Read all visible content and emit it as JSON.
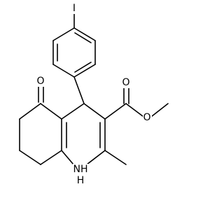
{
  "molecule": {
    "atoms": {
      "iodine": "I",
      "ketone_oxygen": "O",
      "ester_carbonyl_oxygen": "O",
      "ester_ether_oxygen": "O",
      "amine": "NH",
      "amine_hydrogen": "H"
    },
    "colors": {
      "bond": "#000000",
      "label": "#000000",
      "background": "#ffffff"
    }
  }
}
